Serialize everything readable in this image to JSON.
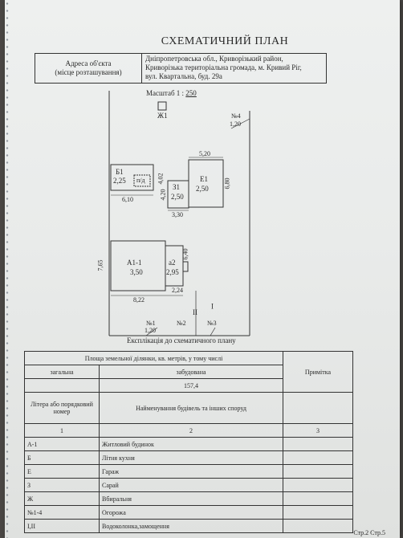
{
  "header": {
    "title": "СХЕМАТИЧНИЙ ПЛАН",
    "address_label_1": "Адреса об'єкта",
    "address_label_2": "(місце розташування)",
    "address_line_1": "Дніпропетровська обл., Криворізький район,",
    "address_line_2": "Криворізька територіальна громада, м. Кривий Ріг,",
    "address_line_3": "вул. Квартальна, буд. 29а"
  },
  "scale": {
    "label": "Масштаб 1 :",
    "value": "250"
  },
  "plan": {
    "well": "Ж1",
    "fence_4_name": "№4",
    "fence_4_len": "1,20",
    "b1_name": "Б1",
    "b1_height": "2,25",
    "b1_sub": "п/д",
    "b1_width": "6,10",
    "b1_depth": "4,02",
    "z1_name": "З1",
    "z1_height": "2,50",
    "z1_depth": "4,20",
    "z1_width": "3,30",
    "e1_name": "Е1",
    "e1_height": "2,50",
    "e1_width": "5,20",
    "e1_depth": "6,80",
    "a1_name": "А1-1",
    "a1_height": "3,50",
    "a2_name": "а2",
    "a2_height": "2,95",
    "a2_depth": "6,40",
    "a2_width": "2,24",
    "a1_width": "8,22",
    "a1_depth": "7,65",
    "gate_2": "II",
    "gate_1": "I",
    "fence_1_name": "№1",
    "fence_1_len": "1,20",
    "fence_2_name": "№2",
    "fence_3_name": "№3",
    "caption": "Експлікація до схематичного плану"
  },
  "table": {
    "area_header": "Площа земельної ділянки, кв. метрів, у тому числі",
    "total_label": "загальна",
    "built_label": "забудована",
    "built_value": "157,4",
    "note_label": "Примітка",
    "col_letter": "Літера або порядковий номер",
    "col_name": "Найменування будівель та інших споруд",
    "col_num_1": "1",
    "col_num_2": "2",
    "col_num_3": "3",
    "rows": [
      {
        "id": "А-1",
        "name": "Житловий будинок"
      },
      {
        "id": "Б",
        "name": "Літня кухня"
      },
      {
        "id": "Е",
        "name": "Гараж"
      },
      {
        "id": "З",
        "name": "Сарай"
      },
      {
        "id": "Ж",
        "name": "Вбиральня"
      },
      {
        "id": "№1-4",
        "name": "Огорожа"
      },
      {
        "id": "І,ІІ",
        "name": "Водоколонка,замощення"
      }
    ],
    "page_label": "Стр.2 Стр.5"
  }
}
